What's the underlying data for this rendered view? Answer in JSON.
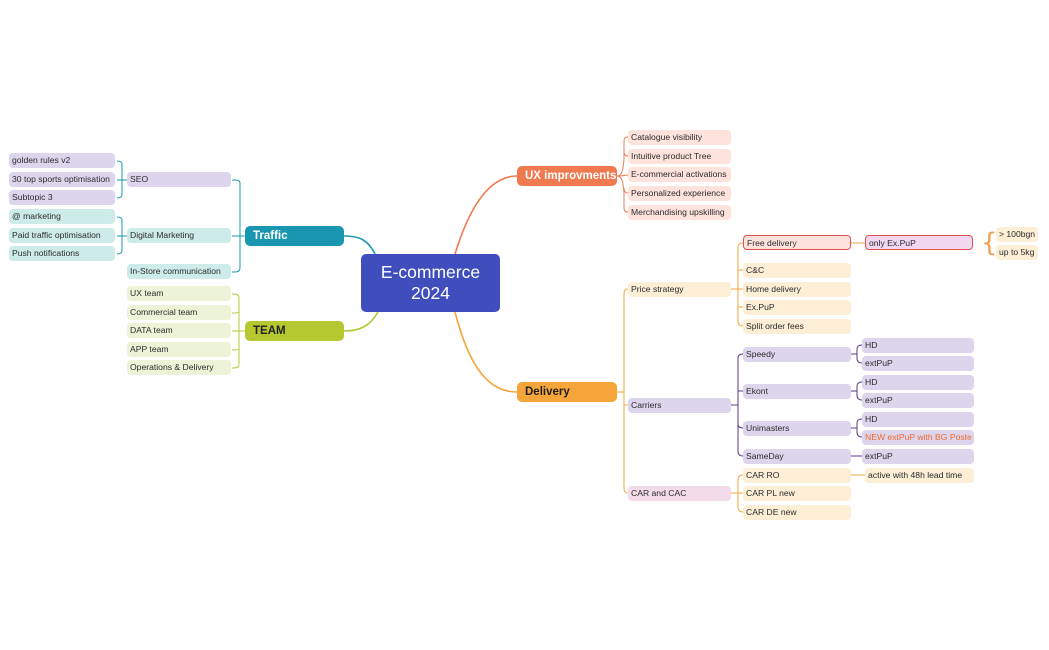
{
  "center": {
    "label": "E-commerce\n2024",
    "color": "#3f4dbd"
  },
  "branches": {
    "ux": {
      "label": "UX improvments",
      "color": "#ef7a4f",
      "items": [
        "Catalogue visibility",
        "Intuitive product Tree",
        "E-commercial activations",
        "Personalized experience",
        "Merchandising  upskilling"
      ]
    },
    "traffic": {
      "label": "Traffic",
      "color": "#1a97b0",
      "seo": {
        "label": "SEO",
        "items": [
          "golden rules v2",
          "30 top sports optimisation",
          "Subtopic 3"
        ]
      },
      "digital": {
        "label": "Digital Marketing",
        "items": [
          "@ marketing",
          "Paid traffic optimisation",
          "Push notifications"
        ]
      },
      "instore": "In-Store communication"
    },
    "team": {
      "label": "TEAM",
      "color": "#b6c830",
      "items": [
        "UX team",
        "Commercial team",
        "DATA team",
        "APP team",
        "Operations & Delivery"
      ]
    },
    "delivery": {
      "label": "Delivery",
      "color": "#f6a53a",
      "price": {
        "label": "Price strategy",
        "free": {
          "label": "Free delivery",
          "condition": "only Ex.PuP",
          "rules": [
            "> 100bgn",
            "up to 5kg"
          ]
        },
        "items": [
          "C&C",
          "Home delivery",
          "Ex.PuP",
          "Split order fees"
        ]
      },
      "carriers": {
        "label": "Carriers",
        "list": [
          {
            "name": "Speedy",
            "options": [
              "HD",
              "extPuP"
            ]
          },
          {
            "name": "Ekont",
            "options": [
              "HD",
              "extPuP"
            ]
          },
          {
            "name": "Unimasters",
            "options": [
              "HD",
              "NEW extPuP with BG Poste"
            ]
          },
          {
            "name": "SameDay",
            "options": [
              "extPuP"
            ]
          }
        ]
      },
      "car": {
        "label": "CAR and CAC",
        "items": [
          "CAR RO",
          "CAR PL new",
          "CAR DE new"
        ],
        "note": "active with 48h lead time"
      }
    }
  }
}
